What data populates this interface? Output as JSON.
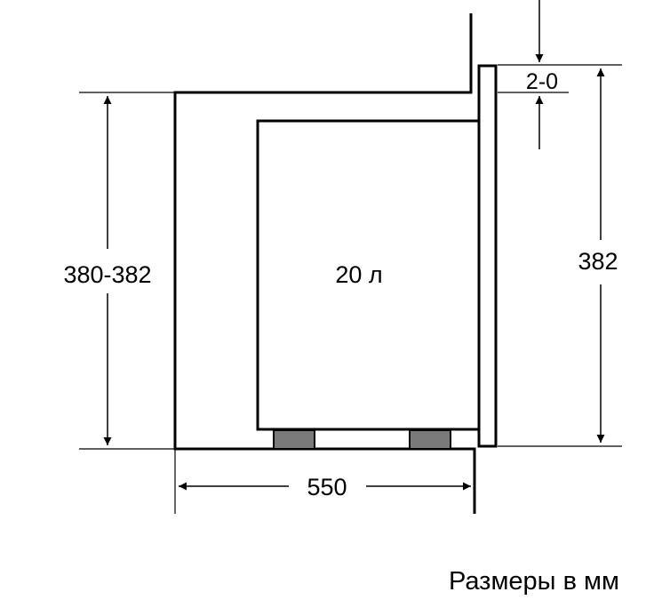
{
  "diagram": {
    "height_range_label": "380-382",
    "height_label": "382",
    "depth_label": "550",
    "gap_label": "2-0",
    "volume_label": "20 л"
  },
  "footer": {
    "units_note": "Размеры в мм"
  }
}
